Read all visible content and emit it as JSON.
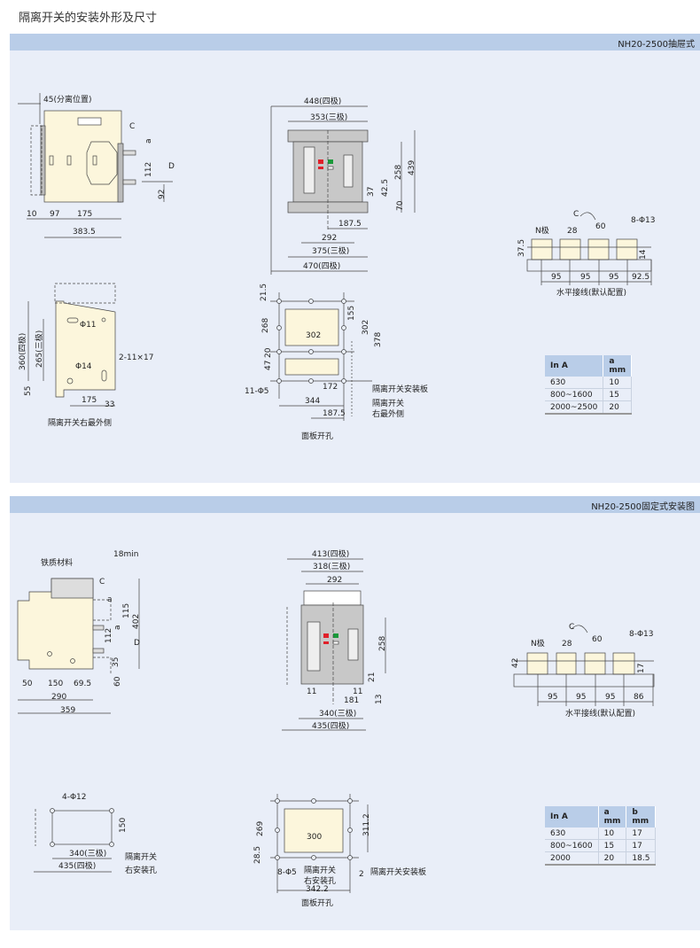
{
  "page_title": "隔离开关的安装外形及尺寸",
  "sections": [
    {
      "header": "NH20-2500抽屉式"
    },
    {
      "header": "NH20-2500固定式安装图"
    }
  ],
  "colors": {
    "panel_bg": "#e9eef8",
    "header_bg": "#b9cde8",
    "body_fill": "#fcf6dc",
    "front_gray": "#c8c8c8",
    "indicator_red": "#e0202a",
    "indicator_green": "#1a9a3a"
  },
  "drawout_side": [
    "45(分离位置)",
    "C",
    "a",
    "112",
    "D",
    "92",
    "10",
    "97",
    "175",
    "383.5"
  ],
  "drawout_mount": [
    "Φ11",
    "Φ14",
    "2-11×17",
    "360(四极)",
    "265(三极)",
    "55",
    "175",
    "33",
    "隔离开关右最外侧"
  ],
  "drawout_front": [
    "448(四极)",
    "353(三极)",
    "258",
    "439",
    "37",
    "42.5",
    "70",
    "187.5",
    "292",
    "375(三极)",
    "470(四极)"
  ],
  "drawout_cutout": [
    "21.5",
    "268",
    "20",
    "47",
    "302",
    "155",
    "302",
    "378",
    "11-Φ5",
    "172",
    "344",
    "187.5",
    "隔离开关安装板",
    "隔离开关",
    "右最外侧",
    "面板开孔"
  ],
  "drawout_busbar": [
    "C",
    "N极",
    "28",
    "60",
    "8-Φ13",
    "37.5",
    "14",
    "95",
    "95",
    "95",
    "92.5",
    "水平接线(默认配置)"
  ],
  "drawout_table": {
    "headers": [
      "In A",
      "a mm"
    ],
    "rows": [
      [
        "630",
        "10"
      ],
      [
        "800~1600",
        "15"
      ],
      [
        "2000~2500",
        "20"
      ]
    ]
  },
  "fixed_side": [
    "18min",
    "铁质材料",
    "C",
    "a",
    "115",
    "402",
    "a",
    "112",
    "D",
    "35",
    "60",
    "50",
    "150",
    "69.5",
    "290",
    "359"
  ],
  "fixed_front": [
    "413(四极)",
    "318(三极)",
    "292",
    "258",
    "21",
    "11",
    "11",
    "181",
    "13",
    "340(三极)",
    "435(四极)"
  ],
  "fixed_busbar": [
    "C",
    "N极",
    "28",
    "60",
    "8-Φ13",
    "42",
    "17",
    "95",
    "95",
    "95",
    "86",
    "水平接线(默认配置)"
  ],
  "fixed_table": {
    "headers": [
      "In A",
      "a mm",
      "b mm"
    ],
    "rows": [
      [
        "630",
        "10",
        "17"
      ],
      [
        "800~1600",
        "15",
        "17"
      ],
      [
        "2000",
        "20",
        "18.5"
      ]
    ]
  },
  "fixed_holes": [
    "4-Φ12",
    "150",
    "340(三极)",
    "435(四极)",
    "隔离开关",
    "右安装孔"
  ],
  "fixed_cutout": [
    "269",
    "311.2",
    "300",
    "28.5",
    "8-Φ5",
    "隔离开关",
    "右安装孔",
    "342.2",
    "2",
    "隔离开关安装板",
    "面板开孔"
  ]
}
